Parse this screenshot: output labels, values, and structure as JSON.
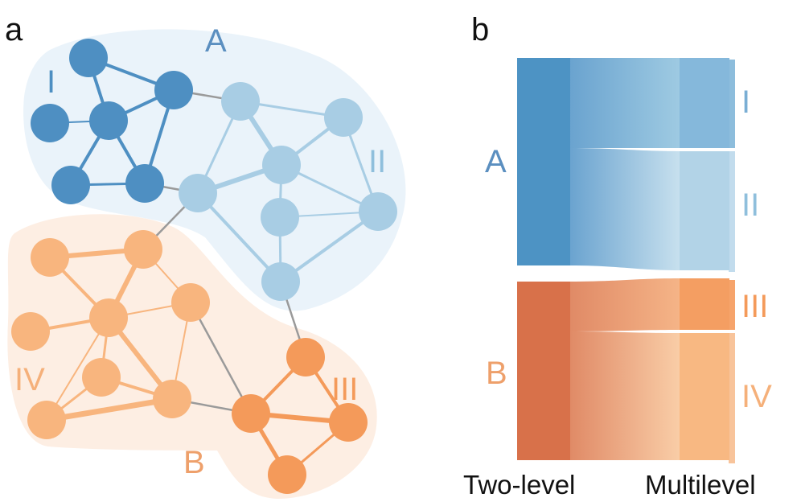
{
  "panels": {
    "a": {
      "letter": "a",
      "module_labels": {
        "A": "A",
        "B": "B",
        "I": "I",
        "II": "II",
        "III": "III",
        "IV": "IV"
      }
    },
    "b": {
      "letter": "b",
      "left_axis_label": "Two-level",
      "right_axis_label": "Multilevel",
      "left_labels": {
        "A": "A",
        "B": "B"
      },
      "right_labels": {
        "I": "I",
        "II": "II",
        "III": "III",
        "IV": "IV"
      }
    }
  },
  "colors": {
    "I": "#4e8fc2",
    "II": "#a8cde4",
    "III": "#f49a5a",
    "IV": "#f8b57e",
    "A_hull": "#eaf3fa",
    "B_hull": "#fdeee3",
    "A_label": "#5b8fc0",
    "B_label": "#eea06b",
    "A_bar": "#4d93c4",
    "B_bar": "#d8714a",
    "inter": "#9a9a9a"
  }
}
